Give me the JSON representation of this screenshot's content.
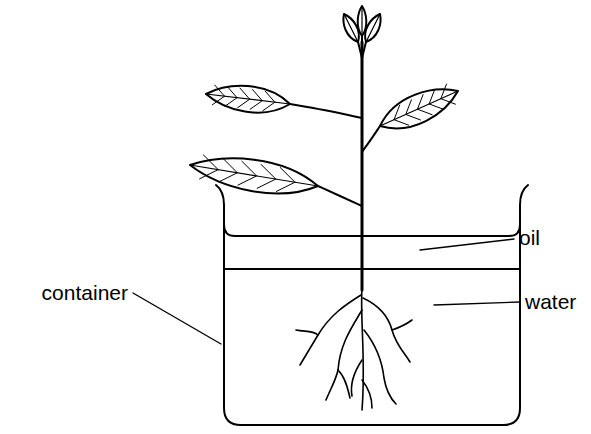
{
  "diagram": {
    "labels": [
      "oil",
      "container",
      "water"
    ]
  }
}
